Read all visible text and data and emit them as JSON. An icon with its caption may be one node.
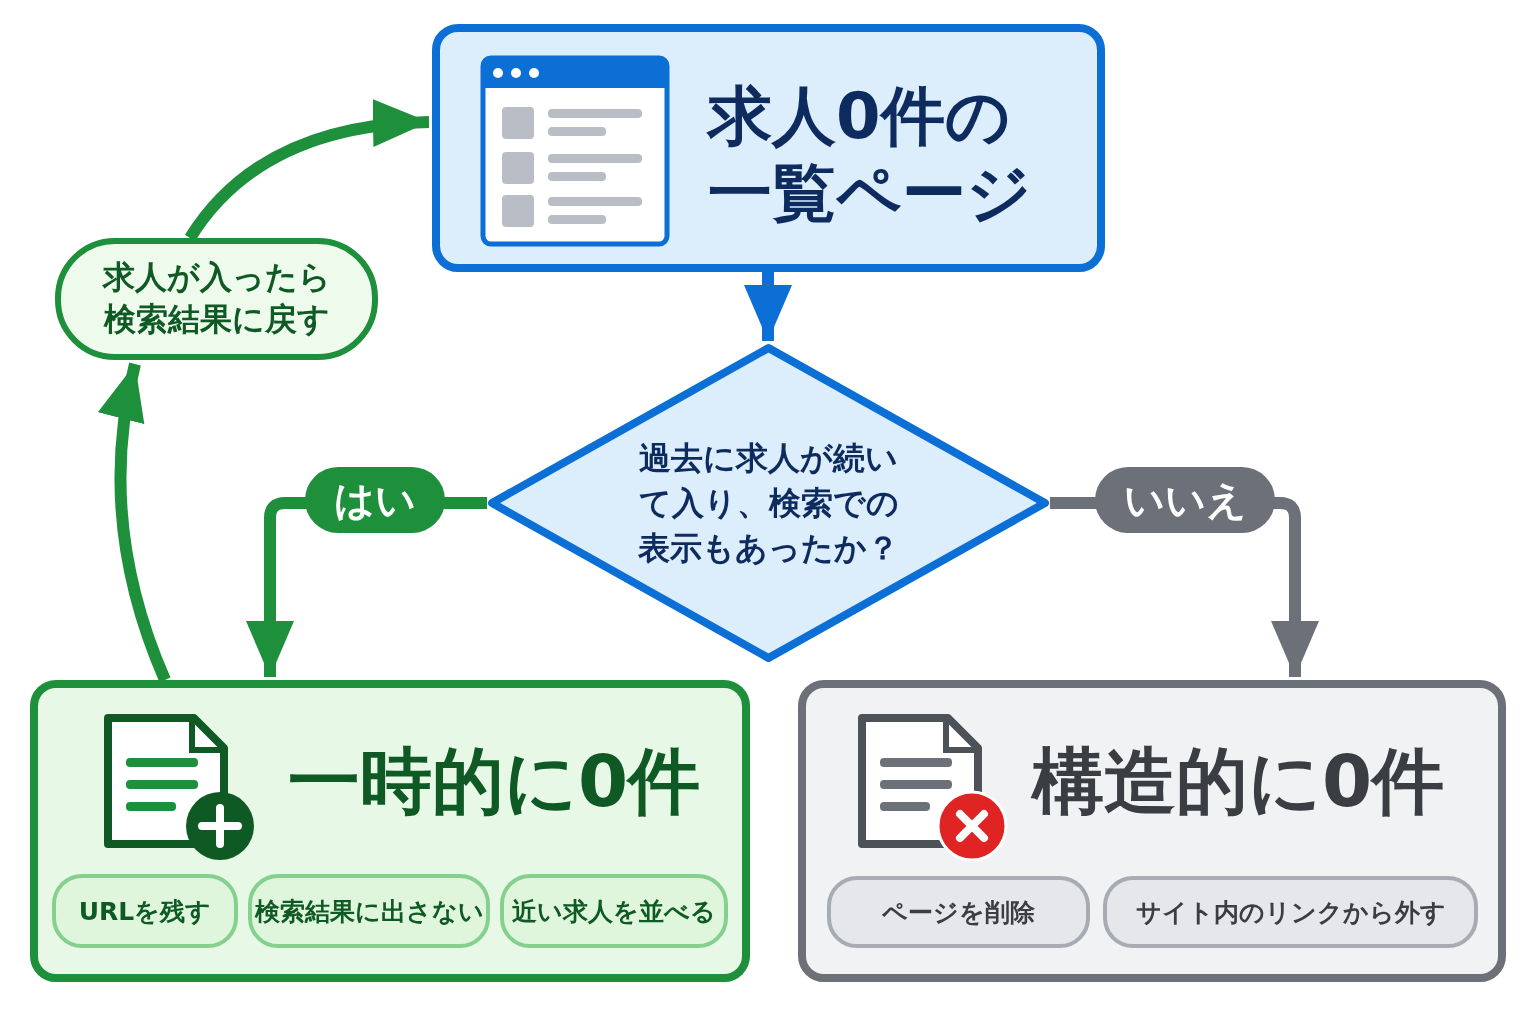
{
  "diagram": {
    "nodes": [
      {
        "text": [
          "求人0件の一覧ページ"
        ]
      },
      {
        "text": [
          "過去に求人が続いて入り、検索での表示もあったか？"
        ]
      },
      {
        "text": [
          "一時的に0件"
        ]
      },
      {
        "text": [
          "URLを残す"
        ],
        "in": 2
      },
      {
        "text": [
          "検索結果に出さない"
        ],
        "in": 2
      },
      {
        "text": [
          "近い求人を並べる"
        ],
        "in": 2
      },
      {
        "text": [
          "構造的に0件"
        ]
      },
      {
        "text": [
          "ページを削除"
        ],
        "in": 6
      },
      {
        "text": [
          "サイト内のリンクから外す"
        ],
        "in": 6
      },
      {
        "text": [
          "求人が入ったら検索結果に戻す"
        ]
      }
    ],
    "edges": [
      {
        "from": 0,
        "to": 1,
        "arrow": "to",
        "color": "#0b6fd6"
      },
      {
        "from": 1,
        "to": 2,
        "arrow": "to",
        "label": "はい"
      },
      {
        "from": 1,
        "to": 6,
        "arrow": "to",
        "label": "いいえ",
        "color": "#6b7079"
      },
      {
        "from": 2,
        "to": 9,
        "arrow": "to"
      },
      {
        "from": 9,
        "to": 0,
        "arrow": "to"
      }
    ]
  }
}
